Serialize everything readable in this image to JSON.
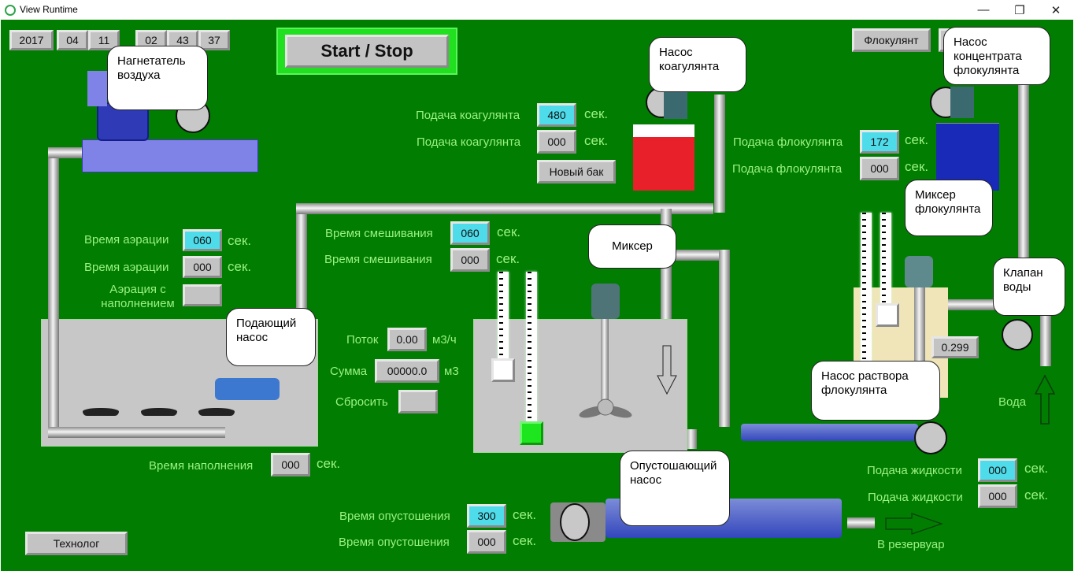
{
  "window": {
    "title": "View Runtime",
    "controls": {
      "minimize": "—",
      "restore": "❐",
      "close": "✕"
    }
  },
  "clock": {
    "year": "2017",
    "month": "04",
    "day": "11",
    "hour": "02",
    "minute": "43",
    "second": "37"
  },
  "start_stop": {
    "label": "Start / Stop"
  },
  "coagulant": {
    "setpoint_label": "Подача коагулянта",
    "setpoint_value": "480",
    "setpoint_unit": "сек.",
    "actual_label": "Подача коагулянта",
    "actual_value": "000",
    "actual_unit": "сек.",
    "new_tank_button": "Новый бак",
    "pump_bubble": "Насос коагулянта"
  },
  "flocculant": {
    "menu_button": "Флокулянт",
    "concentrate_pump_bubble": "Насос концентрата флокулянта",
    "setpoint_label": "Подача флокулянта",
    "setpoint_value": "172",
    "setpoint_unit": "сек.",
    "actual_label": "Подача флокулянта",
    "actual_value": "000",
    "actual_unit": "сек.",
    "mixer_bubble": "Миксер флокулянта",
    "water_valve_bubble": "Клапан воды",
    "level_value": "0.299",
    "water_label": "Вода",
    "solution_pump_bubble": "Насос раствора флокулянта"
  },
  "aeration": {
    "blower_bubble": "Нагнетатель воздуха",
    "setpoint_label": "Время аэрации",
    "setpoint_value": "060",
    "setpoint_unit": "сек.",
    "actual_label": "Время аэрации",
    "actual_value": "000",
    "actual_unit": "сек.",
    "with_fill_label": "Аэрация с наполнением",
    "feed_pump_bubble": "Подающий насос",
    "fill_time_label": "Время наполнения",
    "fill_time_value": "000",
    "fill_time_unit": "сек."
  },
  "mixing": {
    "setpoint_label": "Время смешивания",
    "setpoint_value": "060",
    "setpoint_unit": "сек.",
    "actual_label": "Время смешивания",
    "actual_value": "000",
    "actual_unit": "сек.",
    "mixer_bubble": "Миксер"
  },
  "flow": {
    "flow_label": "Поток",
    "flow_value": "0.00",
    "flow_unit": "м3/ч",
    "sum_label": "Сумма",
    "sum_value": "00000.0",
    "sum_unit": "м3",
    "reset_label": "Сбросить"
  },
  "drain": {
    "pump_bubble": "Опустошающий насос",
    "setpoint_label": "Время опустошения",
    "setpoint_value": "300",
    "setpoint_unit": "сек.",
    "actual_label": "Время опустошения",
    "actual_value": "000",
    "actual_unit": "сек.",
    "to_reservoir_label": "В резервуар"
  },
  "liquid": {
    "setpoint_label": "Подача жидкости",
    "setpoint_value": "000",
    "setpoint_unit": "сек.",
    "actual_label": "Подача жидкости",
    "actual_value": "000",
    "actual_unit": "сек."
  },
  "technologist_button": "Технолог",
  "colors": {
    "background": "#017d02",
    "label": "#9af283",
    "setpoint_field": "#4fdcea",
    "coagulant_tank": "#e8202a",
    "flocculant_tank": "#1a2ab8",
    "active_indicator": "#1ee61e"
  }
}
